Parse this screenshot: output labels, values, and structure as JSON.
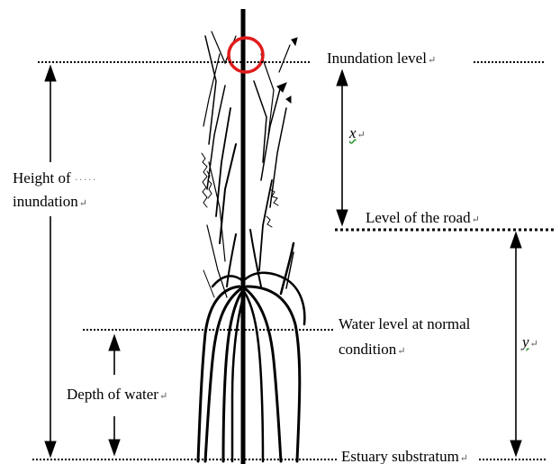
{
  "labels": {
    "inundation_level": "Inundation level",
    "height_of_inundation_1": "Height of",
    "height_of_inundation_2": "inundation",
    "x_var": "x",
    "level_of_road": "Level of the road",
    "water_level_1": "Water level at normal",
    "water_level_2": "condition",
    "y_var": "y",
    "depth_of_water": "Depth of water",
    "estuary_substratum": "Estuary substratum",
    "para_mark": "↵"
  },
  "colors": {
    "line": "#000000",
    "highlight_circle": "#e01b1b",
    "squiggle": "#3a9a3a"
  },
  "icons": {
    "mangrove_tree": "mangrove-tree-illustration",
    "highlight": "red-circle-marker"
  }
}
